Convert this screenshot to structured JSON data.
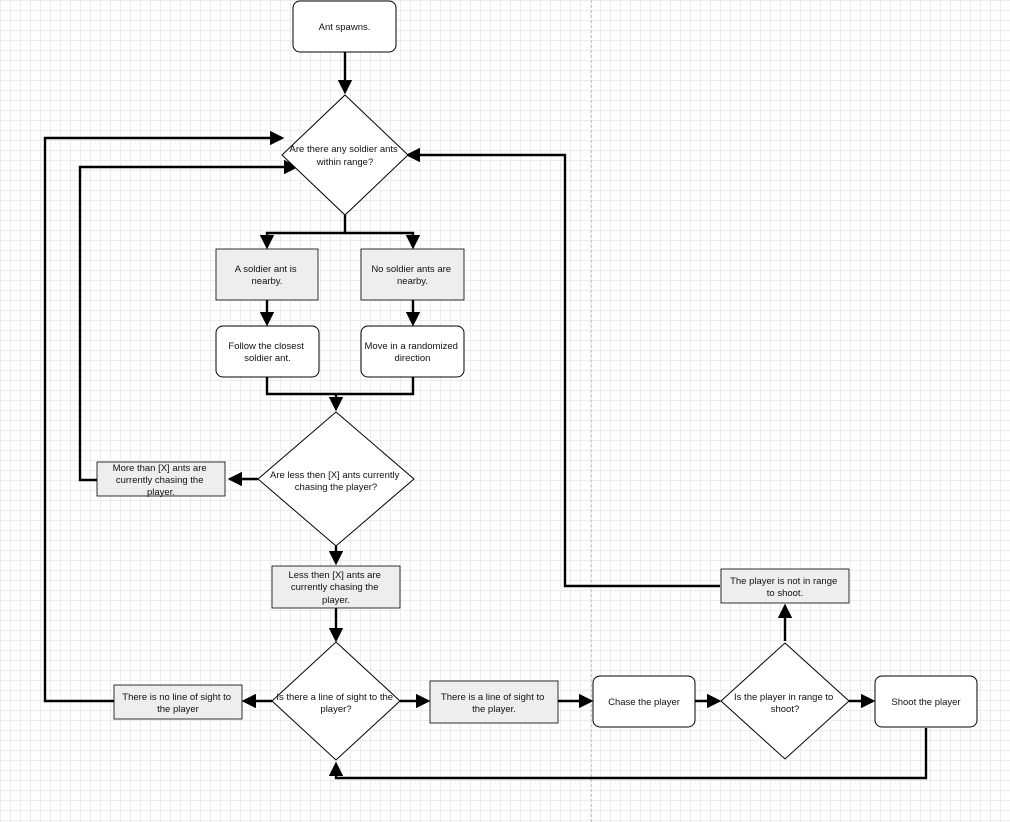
{
  "nodes": {
    "start": "Ant spawns.",
    "q_soldier": [
      "Are there any soldier ants",
      "within range?"
    ],
    "soldier_nearby": [
      "A soldier ant is",
      "nearby."
    ],
    "no_soldier": [
      "No soldier ants are",
      "nearby."
    ],
    "follow": [
      "Follow the closest",
      "soldier ant."
    ],
    "move_random": [
      "Move in a randomized",
      "direction"
    ],
    "q_less": [
      "Are less then [X] ants currently",
      "chasing the player?"
    ],
    "more_than": [
      "More than [X] ants are",
      "currently chasing the",
      "player."
    ],
    "less_then": [
      "Less then [X] ants are",
      "currently chasing the",
      "player."
    ],
    "q_sight": [
      "Is there a line of sight to the",
      "player?"
    ],
    "no_sight": [
      "There is no line of sight to",
      "the player"
    ],
    "yes_sight": [
      "There is a line of sight to",
      "the player."
    ],
    "chase": "Chase the player",
    "q_range": [
      "Is the player in range to",
      "shoot?"
    ],
    "not_in_range": [
      "The player is not in range",
      "to shoot."
    ],
    "shoot": "Shoot the player"
  },
  "colors": {
    "process_fill": "#ffffff",
    "state_fill": "#eeeeee",
    "stroke": "#000000",
    "grid": "#ececec"
  }
}
